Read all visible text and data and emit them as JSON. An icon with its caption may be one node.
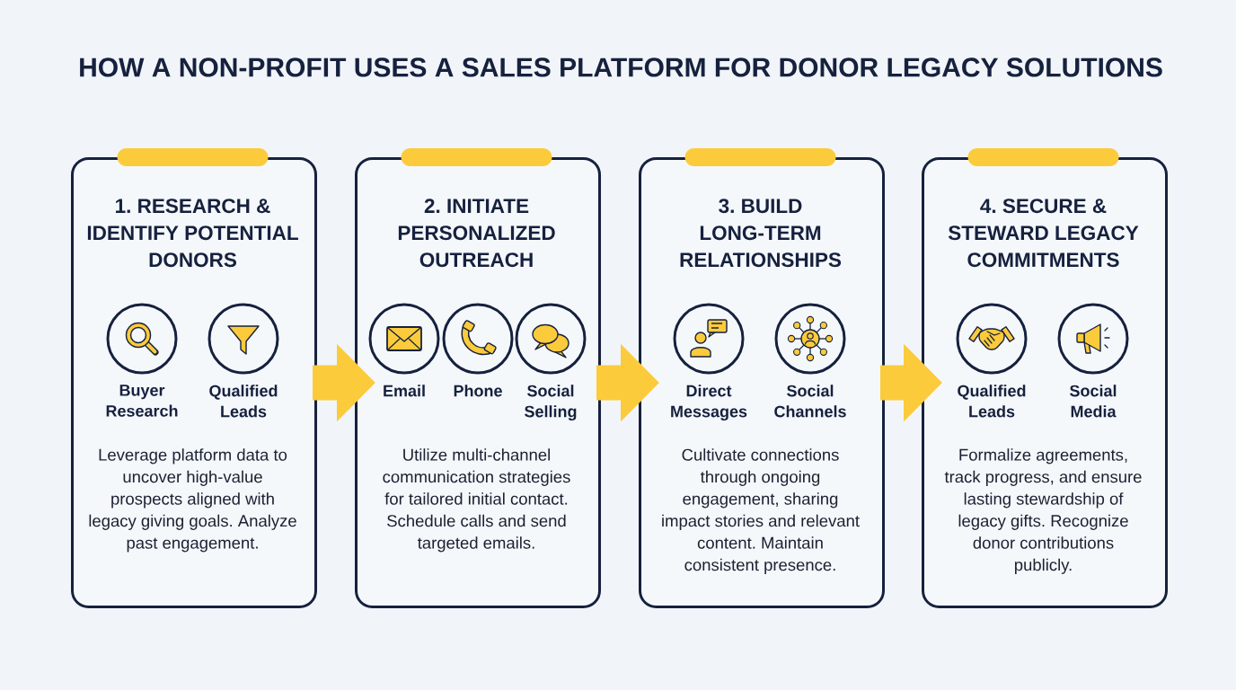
{
  "diagram": {
    "title": "HOW A NON-PROFIT USES A SALES PLATFORM FOR DONOR LEGACY SOLUTIONS",
    "nodes": [
      {
        "text": [
          "1. RESEARCH & IDENTIFY POTENTIAL DONORS",
          "Leverage platform data to uncover high-value prospects aligned with legacy giving goals. Analyze past engagement."
        ]
      },
      {
        "text": [],
        "shape": "circle",
        "in": 0,
        "beside": [
          "Buyer Research"
        ]
      },
      {
        "text": [],
        "shape": "circle",
        "in": 0,
        "beside": [
          "Qualified Leads"
        ]
      },
      {
        "text": [
          "2. INITIATE PERSONALIZED OUTREACH",
          "Utilize multi-channel communication strategies for tailored initial contact. Schedule calls and send targeted emails."
        ]
      },
      {
        "text": [],
        "shape": "circle",
        "in": 3,
        "beside": [
          "Email"
        ]
      },
      {
        "text": [],
        "shape": "circle",
        "in": 3,
        "beside": [
          "Phone"
        ]
      },
      {
        "text": [],
        "shape": "circle",
        "in": 3,
        "beside": [
          "Social Selling"
        ]
      },
      {
        "text": [
          "3. BUILD LONG-TERM RELATIONSHIPS",
          "Cultivate connections through ongoing engagement, sharing impact stories and relevant content. Maintain consistent presence."
        ]
      },
      {
        "text": [],
        "shape": "circle",
        "in": 7,
        "beside": [
          "Direct Messages"
        ]
      },
      {
        "text": [],
        "shape": "circle",
        "in": 7,
        "beside": [
          "Social Channels"
        ]
      },
      {
        "text": [
          "4. SECURE & STEWARD LEGACY COMMITMENTS",
          "Formalize agreements, track progress, and ensure lasting stewardship of legacy gifts. Recognize donor contributions publicly."
        ]
      },
      {
        "text": [],
        "shape": "circle",
        "in": 10,
        "beside": [
          "Qualified Leads"
        ]
      },
      {
        "text": [],
        "shape": "circle",
        "in": 10,
        "beside": [
          "Social Media"
        ]
      }
    ],
    "edges": [
      {
        "from": 0,
        "to": 3,
        "arrow": "to"
      },
      {
        "from": 3,
        "to": 7,
        "arrow": "to"
      },
      {
        "from": 7,
        "to": 10,
        "arrow": "to"
      }
    ]
  }
}
